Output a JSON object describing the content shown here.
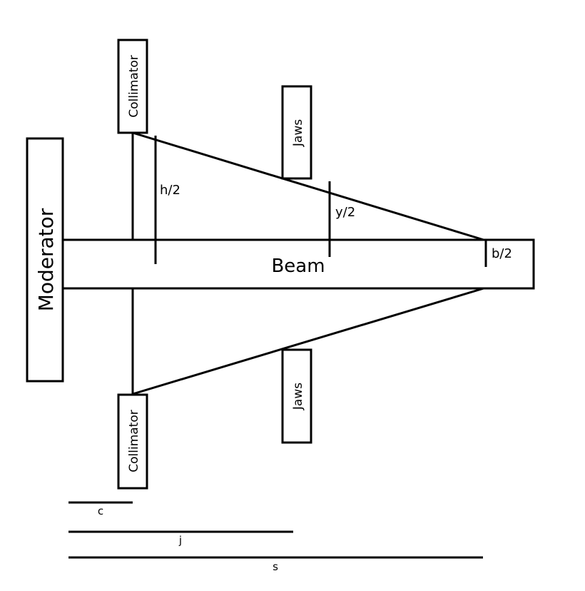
{
  "labels": {
    "moderator": "Moderator",
    "collimator_top": "Collimator",
    "collimator_bottom": "Collimator",
    "jaws_top": "Jaws",
    "jaws_bottom": "Jaws",
    "beam": "Beam",
    "h_half": "h/2",
    "y_half": "y/2",
    "b_half": "b/2",
    "c": "c",
    "j": "j",
    "s": "s"
  },
  "colors": {
    "stroke": "#000000",
    "background": "#ffffff"
  }
}
